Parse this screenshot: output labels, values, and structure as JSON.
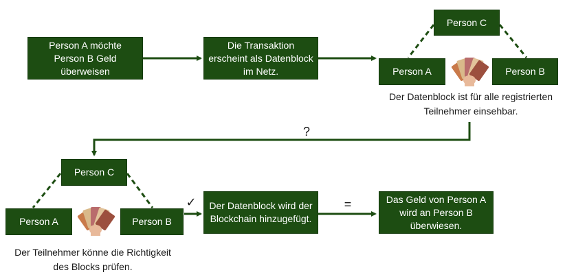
{
  "boxes": {
    "request": "Person A möchte Person B Geld überweisen",
    "transaction": "Die Transaktion erscheint als Datenblock im Netz.",
    "top_person_c": "Person C",
    "top_person_a": "Person A",
    "top_person_b": "Person B",
    "bottom_person_c": "Person C",
    "bottom_person_a": "Person A",
    "bottom_person_b": "Person B",
    "added": "Der Datenblock wird der Blockchain hinzugefügt.",
    "transferred": "Das Geld von Person A wird an Person B überwiesen."
  },
  "captions": {
    "visible": "Der Datenblock ist für alle registrierten Teilnehmer einsehbar.",
    "check": "Der Teilnehmer könne die Richtigkeit des Blocks prüfen."
  },
  "symbols": {
    "question": "?",
    "check": "✓",
    "equals": "="
  },
  "colors": {
    "box_fill": "#1d4d12",
    "line": "#1d4d12"
  },
  "icons": [
    "money-fan-icon",
    "money-fan-icon"
  ]
}
